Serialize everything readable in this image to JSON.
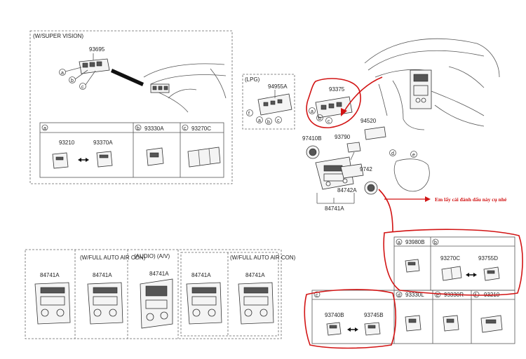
{
  "sections": {
    "super_vision": {
      "title": "(W/SUPER VISION)",
      "part_main": "93695",
      "callouts": [
        "a",
        "b",
        "c"
      ],
      "sub_a": {
        "letter": "a",
        "part_left": "93210",
        "part_right": "93370A"
      },
      "sub_b": {
        "letter": "b",
        "part": "93330A"
      },
      "sub_c": {
        "letter": "c",
        "part": "93270C"
      }
    },
    "lpg": {
      "title": "(LPG)",
      "part_main": "94955A",
      "callouts": [
        "f",
        "a",
        "b",
        "c"
      ]
    },
    "main_assembly": {
      "part_switch": "93375",
      "callouts": [
        "a",
        "b",
        "c",
        "d",
        "e"
      ],
      "part_4520": "94520",
      "part_97410b": "97410B",
      "part_93790": "93790",
      "part_9742": "9742",
      "part_84742a": "84742A",
      "part_84741a": "84741A"
    },
    "annotation": {
      "note": "Em lấy cái đánh dấu này cụ nhé"
    },
    "variants": {
      "items": [
        {
          "title": "",
          "part": "84741A"
        },
        {
          "title": "(W/FULL AUTO AIR CON)",
          "part": "84741A"
        },
        {
          "title": "(AUDIO) (A/V)",
          "part": "84741A"
        },
        {
          "title": "",
          "part": "84741A"
        },
        {
          "title": "(W/FULL AUTO AIR CON)",
          "part": "84741A"
        }
      ]
    },
    "legend": {
      "a": {
        "letter": "a",
        "part": "93980B"
      },
      "b": {
        "letter": "b",
        "part_left": "93270C",
        "part_right": "93755D"
      },
      "c": {
        "letter": "c",
        "part_left": "93740B",
        "part_right": "93745B"
      },
      "d": {
        "letter": "d",
        "part": "93330L"
      },
      "e": {
        "letter": "e",
        "part": "93330R"
      },
      "f": {
        "letter": "f",
        "part": "93210"
      }
    }
  },
  "colors": {
    "markup_red": "#d21414",
    "line": "#333333"
  }
}
